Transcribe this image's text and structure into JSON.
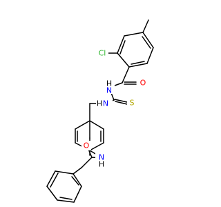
{
  "atom_labels": {
    "cl": "Cl",
    "o_benzoyl": "O",
    "nh_amide": "H",
    "n_amide": "N",
    "s_thio": "S",
    "nh_thio": "H",
    "n_thio": "N",
    "n_anilide": "N",
    "nh_anilide": "H",
    "o_acetyl": "O"
  },
  "colors": {
    "bond": "#000000",
    "chlorine": "#2db52d",
    "oxygen": "#ff0000",
    "nitrogen": "#0000ff",
    "sulfur": "#b3a800",
    "hydrogen": "#000000"
  }
}
